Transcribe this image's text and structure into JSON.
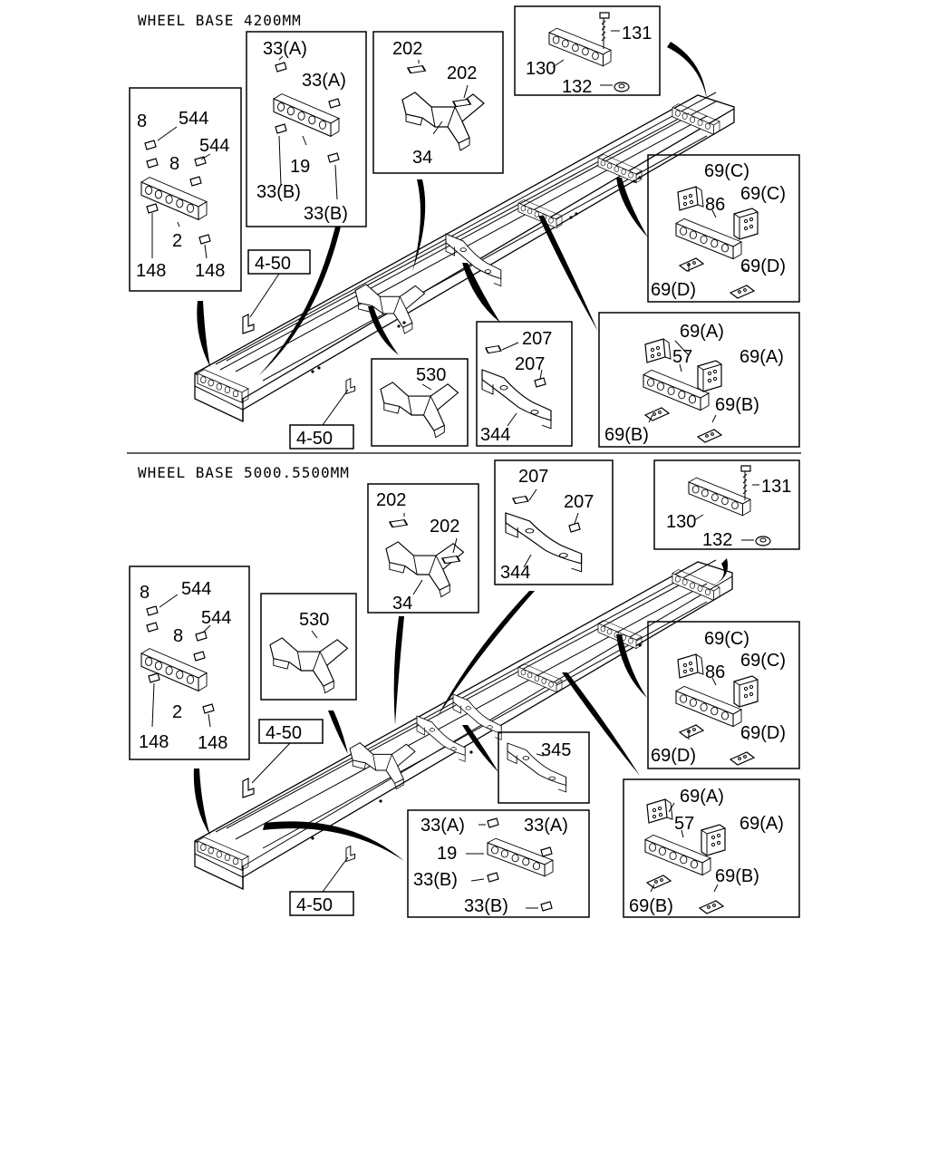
{
  "sections": [
    {
      "title": "WHEEL BASE 4200MM",
      "callouts": {
        "grp_a": {
          "l8a": "8",
          "l544a": "544",
          "l544b": "544",
          "l8b": "8",
          "l2": "2",
          "l148a": "148",
          "l148b": "148"
        },
        "grp_b": {
          "l33a1": "33(A)",
          "l33a2": "33(A)",
          "l19": "19",
          "l33b1": "33(B)",
          "l33b2": "33(B)"
        },
        "grp_c": {
          "l202a": "202",
          "l202b": "202",
          "l34": "34"
        },
        "grp_d": {
          "l131": "131",
          "l130": "130",
          "l132": "132"
        },
        "grp_e": {
          "l69c1": "69(C)",
          "l86": "86",
          "l69c2": "69(C)",
          "l69d1": "69(D)",
          "l69d2": "69(D)"
        },
        "grp_f": {
          "l69a1": "69(A)",
          "l57": "57",
          "l69a2": "69(A)",
          "l69b1": "69(B)",
          "l69b2": "69(B)"
        },
        "grp_g": {
          "l207a": "207",
          "l207b": "207",
          "l344": "344"
        },
        "grp_h": {
          "l530": "530"
        },
        "ref1": "4-50",
        "ref2": "4-50"
      }
    },
    {
      "title": "WHEEL BASE 5000.5500MM",
      "callouts": {
        "grp_a": {
          "l8a": "8",
          "l544a": "544",
          "l544b": "544",
          "l8b": "8",
          "l2": "2",
          "l148a": "148",
          "l148b": "148"
        },
        "grp_c": {
          "l202a": "202",
          "l202b": "202",
          "l34": "34"
        },
        "grp_g": {
          "l207a": "207",
          "l207b": "207",
          "l344": "344"
        },
        "grp_d": {
          "l131": "131",
          "l130": "130",
          "l132": "132"
        },
        "grp_h": {
          "l530": "530"
        },
        "grp_e": {
          "l69c1": "69(C)",
          "l86": "86",
          "l69c2": "69(C)",
          "l69d1": "69(D)",
          "l69d2": "69(D)"
        },
        "grp_i": {
          "l345": "345"
        },
        "grp_b": {
          "l33a1": "33(A)",
          "l33a2": "33(A)",
          "l19": "19",
          "l33b1": "33(B)",
          "l33b2": "33(B)"
        },
        "grp_f": {
          "l69a1": "69(A)",
          "l57": "57",
          "l69a2": "69(A)",
          "l69b1": "69(B)",
          "l69b2": "69(B)"
        },
        "ref1": "4-50",
        "ref2": "4-50"
      }
    }
  ]
}
